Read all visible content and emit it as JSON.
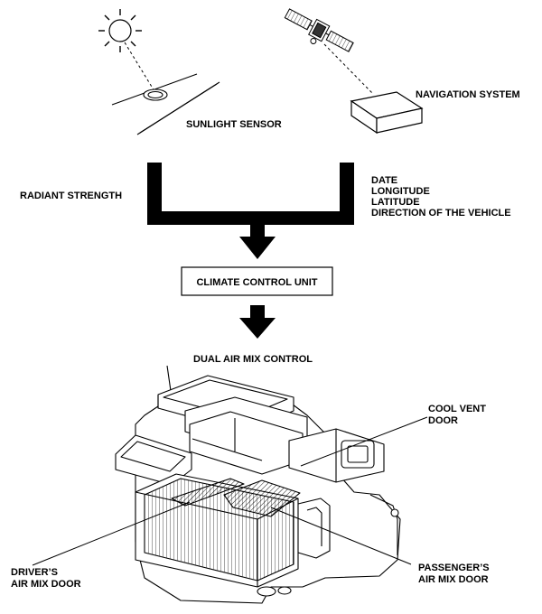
{
  "labels": {
    "sunlight_sensor": "SUNLIGHT SENSOR",
    "navigation_system": "NAVIGATION SYSTEM",
    "radiant_strength": "RADIANT STRENGTH",
    "nav_inputs": [
      "DATE",
      "LONGITUDE",
      "LATITUDE",
      "DIRECTION OF THE VEHICLE"
    ],
    "climate_control_unit": "CLIMATE CONTROL UNIT",
    "dual_air_mix_control": "DUAL AIR MIX CONTROL",
    "cool_vent_door": [
      "COOL VENT",
      "DOOR"
    ],
    "drivers_air_mix_door": [
      "DRIVER’S",
      "AIR MIX DOOR"
    ],
    "passengers_air_mix_door": [
      "PASSENGER’S",
      "AIR MIX DOOR"
    ]
  },
  "colors": {
    "ink": "#000000",
    "paper": "#ffffff",
    "hatch": "#888888"
  }
}
